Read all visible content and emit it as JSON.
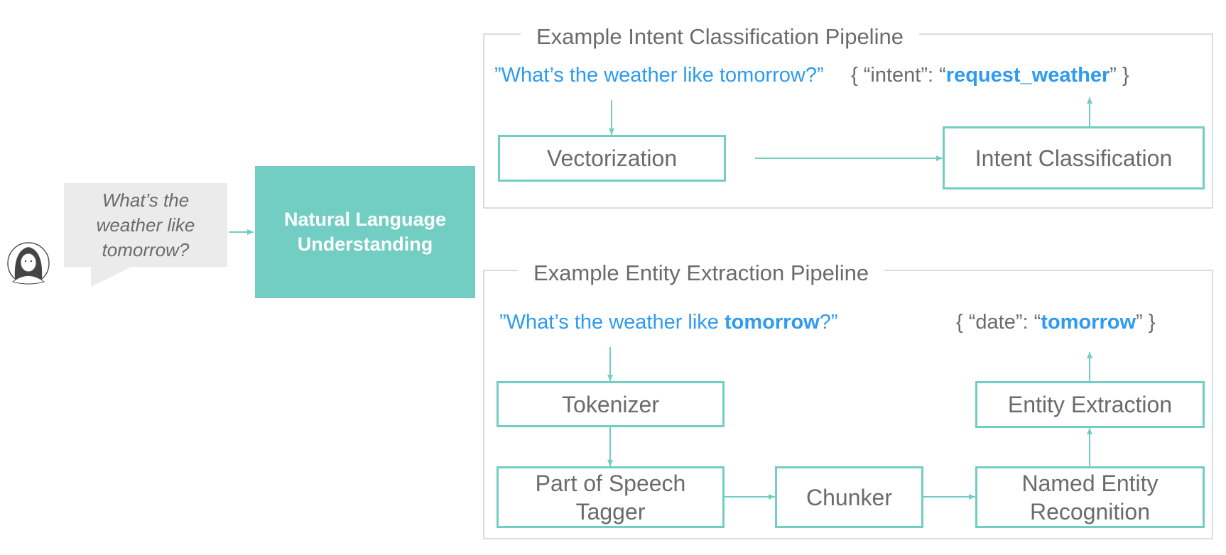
{
  "user": {
    "avatar_icon": "user-avatar-icon"
  },
  "bubble": {
    "text": "What’s the weather like tomorrow?"
  },
  "nlu": {
    "label": "Natural Language Understanding"
  },
  "intent_pipeline": {
    "title": "Example Intent Classification Pipeline",
    "utterance": "”What’s the weather like tomorrow?”",
    "output_prefix": "{ “intent”: “",
    "output_value": "request_weather",
    "output_suffix": "” }",
    "steps": [
      "Vectorization",
      "Intent Classification"
    ]
  },
  "entity_pipeline": {
    "title": "Example Entity Extraction Pipeline",
    "utterance_prefix": "”What’s the weather like ",
    "utterance_entity": "tomorrow",
    "utterance_suffix": "?”",
    "output_prefix": "{ “date”: “",
    "output_value": "tomorrow",
    "output_suffix": "” }",
    "steps": [
      "Tokenizer",
      "Part of Speech Tagger",
      "Chunker",
      "Named Entity Recognition",
      "Entity Extraction"
    ]
  },
  "colors": {
    "teal": "#72cec2",
    "blue": "#2d9bf0",
    "grey_text": "#6b6b6b",
    "bubble_bg": "#ebebeb",
    "panel_border": "#d0d0d0"
  }
}
